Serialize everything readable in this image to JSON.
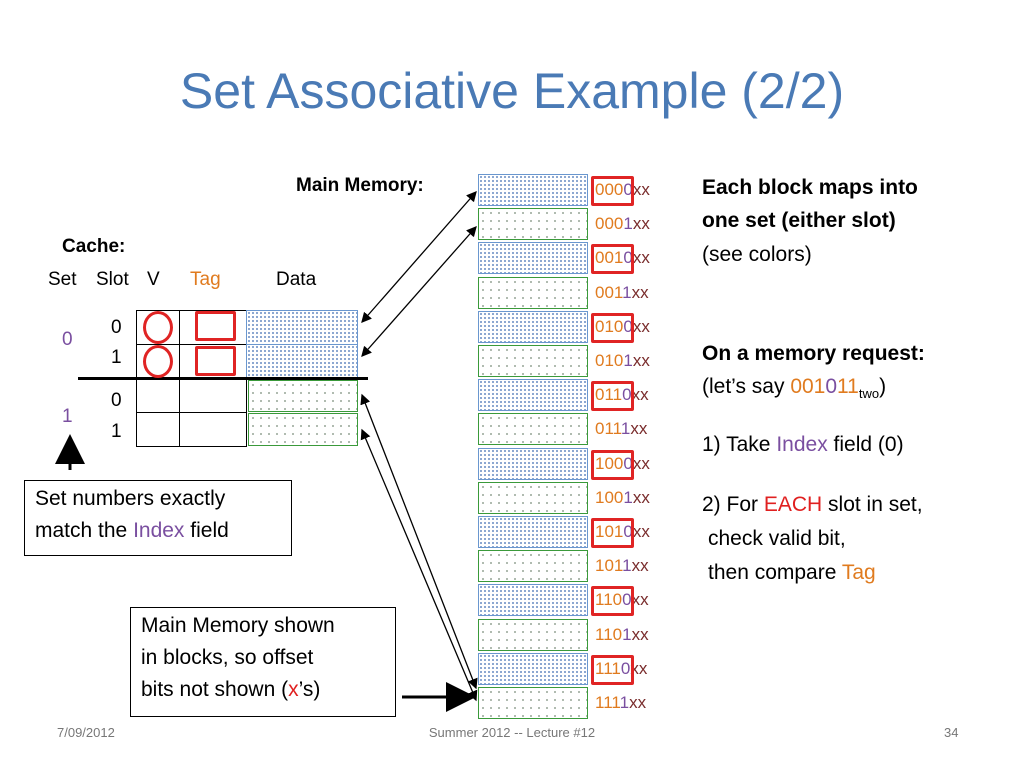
{
  "slide": {
    "title": "Set Associative Example (2/2)",
    "main_memory_label": "Main Memory:",
    "cache_label": "Cache:",
    "columns": {
      "set": "Set",
      "slot": "Slot",
      "v": "V",
      "tag": "Tag",
      "data": "Data"
    },
    "sets": [
      "0",
      "1"
    ],
    "slots": [
      "0",
      "1",
      "0",
      "1"
    ],
    "addresses": [
      {
        "tag": "000",
        "idx": "0",
        "xx": "xx"
      },
      {
        "tag": "000",
        "idx": "1",
        "xx": "xx"
      },
      {
        "tag": "001",
        "idx": "0",
        "xx": "xx"
      },
      {
        "tag": "001",
        "idx": "1",
        "xx": "xx"
      },
      {
        "tag": "010",
        "idx": "0",
        "xx": "xx"
      },
      {
        "tag": "010",
        "idx": "1",
        "xx": "xx"
      },
      {
        "tag": "011",
        "idx": "0",
        "xx": "xx"
      },
      {
        "tag": "011",
        "idx": "1",
        "xx": "xx"
      },
      {
        "tag": "100",
        "idx": "0",
        "xx": "xx"
      },
      {
        "tag": "100",
        "idx": "1",
        "xx": "xx"
      },
      {
        "tag": "101",
        "idx": "0",
        "xx": "xx"
      },
      {
        "tag": "101",
        "idx": "1",
        "xx": "xx"
      },
      {
        "tag": "110",
        "idx": "0",
        "xx": "xx"
      },
      {
        "tag": "110",
        "idx": "1",
        "xx": "xx"
      },
      {
        "tag": "111",
        "idx": "0",
        "xx": "xx"
      },
      {
        "tag": "111",
        "idx": "1",
        "xx": "xx"
      }
    ],
    "callout_set": {
      "line1": "Set numbers exactly",
      "line2_pre": "match the ",
      "line2_em": "Index",
      "line2_post": " field"
    },
    "callout_mem": {
      "line1": "Main Memory shown",
      "line2": "in blocks, so offset",
      "line3_pre": "bits not shown (",
      "line3_em": "x",
      "line3_post": "’s)"
    },
    "right": {
      "p1_line1": "Each block maps into",
      "p1_line2": "one set (either slot)",
      "p1_line3": "(see colors)",
      "p2_line1": "On a memory request:",
      "p2_line2_pre": "(let’s say ",
      "p2_line2_tag": "001",
      "p2_line2_idx": "0",
      "p2_line2_off": "11",
      "p2_line2_sub": "two",
      "p2_line2_post": ")",
      "p3_pre": "1) Take ",
      "p3_em": "Index",
      "p3_post": " field (0)",
      "p4_line1_pre": "2) For ",
      "p4_line1_em": "EACH",
      "p4_line1_post": " slot in set,",
      "p4_line2": "check valid bit,",
      "p4_line3_pre": "then compare ",
      "p4_line3_em": "Tag"
    },
    "footer": {
      "date": "7/09/2012",
      "center": "Summer 2012 -- Lecture #12",
      "page": "34"
    },
    "colors": {
      "title": "#4a7ab5",
      "tag": "#e07b1f",
      "index": "#7a4fa0",
      "highlight": "#e02020"
    }
  }
}
